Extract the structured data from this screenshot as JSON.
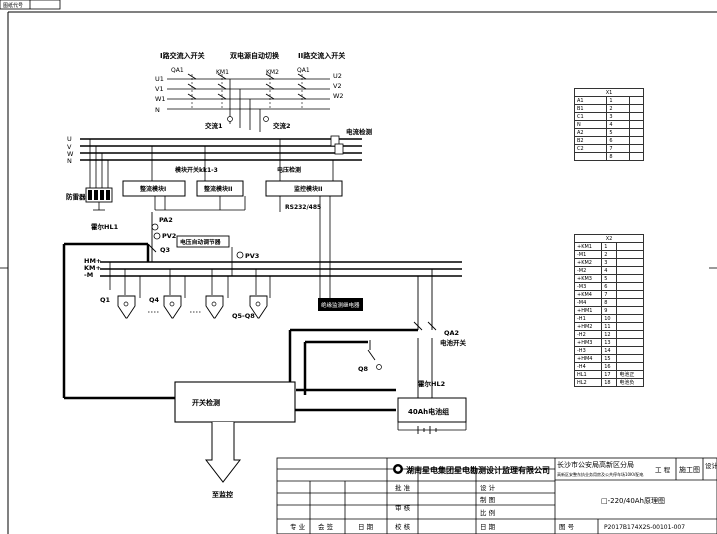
{
  "corner_tag": {
    "label": "图纸代号"
  },
  "headers": {
    "source1": "I路交流入开关",
    "ats": "双电源自动切换",
    "source2": "II路交流入开关"
  },
  "labels": {
    "qa1_left": "QA1",
    "km1": "KM1",
    "km2": "KM2",
    "qa1_right": "QA1",
    "u1": "U1",
    "v1": "V1",
    "w1": "W1",
    "n_top": "N",
    "u2": "U2",
    "v2": "V2",
    "w2": "W2",
    "ac1": "交流1",
    "ac2": "交流2",
    "current_detect": "电流检测",
    "bus_u": "U",
    "bus_v": "V",
    "bus_w": "W",
    "bus_n": "N",
    "module_switch": "模块开关kk1-3",
    "voltage_detect": "电压检测",
    "surge": "防雷器",
    "rect1": "整流模块I",
    "rect2": "整流模块II",
    "monitor": "监控模块II",
    "rs": "RS232/485",
    "hall1": "霍尔HL1",
    "pa2": "PA2",
    "pv2": "PV2",
    "q3": "Q3",
    "auto_reg": "电压自动调节器",
    "pv3": "PV3",
    "hm": "HM+",
    "km": "KM+",
    "minus": "-M",
    "q1": "Q1",
    "q4": "Q4",
    "q5q8": "Q5-Q8",
    "insulation": "绝缘监测继电器",
    "qa2": "QA2",
    "battery_switch": "电池开关",
    "q8": "Q8",
    "hall2": "霍尔HL2",
    "switch_detect": "开关检测",
    "battery": "40Ah电池组",
    "to_monitor": "至监控"
  },
  "table_x1": {
    "title": "X1",
    "rows": [
      [
        "A1",
        "1"
      ],
      [
        "B1",
        "2"
      ],
      [
        "C1",
        "3"
      ],
      [
        "N",
        "4"
      ],
      [
        "A2",
        "5"
      ],
      [
        "B2",
        "6"
      ],
      [
        "C2",
        "7"
      ],
      [
        "",
        "8"
      ]
    ]
  },
  "table_x2": {
    "title": "X2",
    "rows": [
      [
        "+KM1",
        "1",
        ""
      ],
      [
        "-M1",
        "2",
        ""
      ],
      [
        "+KM2",
        "3",
        ""
      ],
      [
        "-M2",
        "4",
        ""
      ],
      [
        "+KM3",
        "5",
        ""
      ],
      [
        "-M3",
        "6",
        ""
      ],
      [
        "+KM4",
        "7",
        ""
      ],
      [
        "-M4",
        "8",
        ""
      ],
      [
        "+HM1",
        "9",
        ""
      ],
      [
        "-H1",
        "10",
        ""
      ],
      [
        "+HM2",
        "11",
        ""
      ],
      [
        "-H2",
        "12",
        ""
      ],
      [
        "+HM3",
        "13",
        ""
      ],
      [
        "-H3",
        "14",
        ""
      ],
      [
        "+HM4",
        "15",
        ""
      ],
      [
        "-H4",
        "16",
        ""
      ],
      [
        "HL1",
        "17",
        "电池正"
      ],
      [
        "HL2",
        "18",
        "电池负"
      ]
    ]
  },
  "title_block": {
    "company": "湖南星电集团星电勘测设计监理有限公司",
    "client": "长沙市公安局高新区分局",
    "project": "高新区安整东执业务用房及公共停车场10KV配电",
    "stage_label": "工 程",
    "stage": "施工图",
    "design_phase": "设计阶段",
    "drawing_name": "□-220/40Ah原理图",
    "approve": "批 准",
    "review": "审 核",
    "design": "设 计",
    "draw": "制 图",
    "scale": "比 例",
    "date_row": "日 期",
    "check": "校 核",
    "drawing_no_label": "图 号",
    "drawing_no": "P2017B174X2S-00101-007",
    "major": "专 业",
    "sign": "会 签",
    "date": "日 期"
  }
}
